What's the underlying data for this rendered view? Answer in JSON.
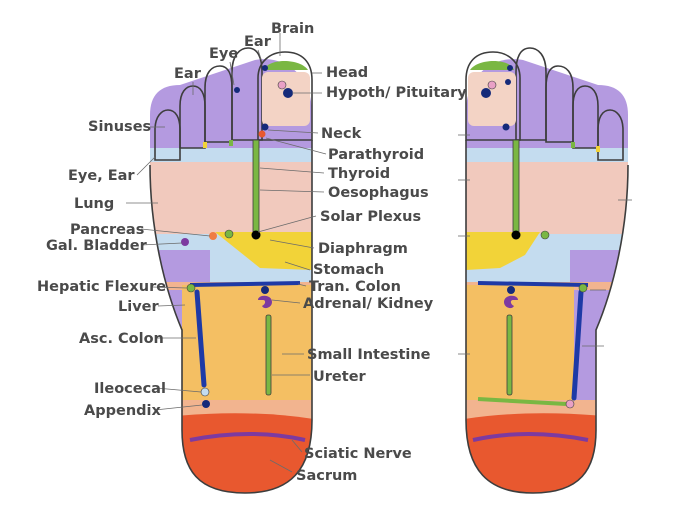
{
  "labels": {
    "brain": "Brain",
    "ear_top": "Ear",
    "eye_top": "Eye",
    "ear_left": "Ear",
    "head": "Head",
    "hypoth_pituitary": "Hypoth/ Pituitary",
    "sinuses": "Sinuses",
    "neck": "Neck",
    "parathyroid": "Parathyroid",
    "thyroid": "Thyroid",
    "eye_ear": "Eye, Ear",
    "oesophagus": "Oesophagus",
    "lung": "Lung",
    "solar_plexus": "Solar Plexus",
    "pancreas": "Pancreas",
    "gal_bladder": "Gal. Bladder",
    "diaphragm": "Diaphragm",
    "stomach": "Stomach",
    "hepatic_flexure": "Hepatic Flexure",
    "tran_colon": "Tran. Colon",
    "liver": "Liver",
    "adrenal_kidney": "Adrenal/ Kidney",
    "asc_colon": "Asc. Colon",
    "small_intestine": "Small Intestine",
    "ureter": "Ureter",
    "ileocecal": "Ileocecal",
    "appendix": "Appendix",
    "sciatic_nerve": "Sciatic Nerve",
    "sacrum": "Sacrum"
  },
  "colors": {
    "toes_purple": "#b49ae0",
    "pale_blue": "#c4dcef",
    "lung_pink": "#f1c9bd",
    "yellow": "#f2d338",
    "orange_intestine": "#f4bf63",
    "pink_floor": "#f2b48f",
    "heel_orange": "#e8582f",
    "heel_purple_band": "#7d3aa0",
    "spine_green": "#7ab743",
    "colon_blue": "#1e3aa6",
    "dot_navy": "#152a7a",
    "pancreas_orange": "#ef7d45",
    "outline": "#3d3d3d"
  }
}
